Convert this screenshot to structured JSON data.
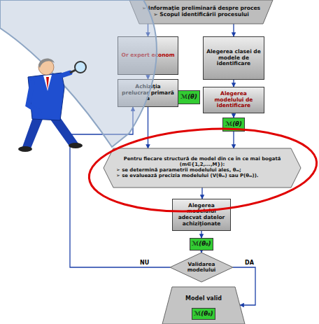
{
  "diagram": {
    "nodes": [
      {
        "text": [
          "➢ Informaţie preliminară despre proces",
          "➢ Scopul identificării procesului"
        ]
      },
      {
        "text": [
          "Or expert econom"
        ]
      },
      {
        "text": [
          "Alegerea clasei de modele de identificare"
        ]
      },
      {
        "text": [
          "Achiziţia prelucrar primară a"
        ]
      },
      {
        "text": [
          "ℳ(θ)"
        ]
      },
      {
        "text": [
          "Alegerea modelului de identificare"
        ]
      },
      {
        "text": [
          "ℳ(θ)"
        ]
      },
      {
        "text": [
          "Pentru fiecare structură de model din ce în ce mai bogată (m∈{1,2,...,M}):",
          "➢ se determină parametrii modelului ales, θₘ;",
          "➢ se evaluează precizia modelului (V(θₘ) sau P(θₘ))."
        ]
      },
      {
        "text": [
          "Alegerea modelului adecvat datelor achiziţionate"
        ]
      },
      {
        "text": [
          "ℳ(θ₀)"
        ]
      },
      {
        "text": [
          "Validarea modelului"
        ]
      },
      {
        "text": [
          "Model valid"
        ]
      },
      {
        "text": [
          "ℳ(θ₀)"
        ],
        "in": 11
      }
    ],
    "edges": [
      {
        "from": 0,
        "to": 1,
        "arrow": "to"
      },
      {
        "from": 0,
        "to": 2,
        "arrow": "to"
      },
      {
        "from": 1,
        "to": 3,
        "arrow": "to"
      },
      {
        "from": 2,
        "to": 5,
        "arrow": "to"
      },
      {
        "from": 5,
        "to": 6,
        "arrow": "to"
      },
      {
        "from": 3,
        "to": 7,
        "arrow": "to"
      },
      {
        "from": 6,
        "to": 7,
        "arrow": "to"
      },
      {
        "from": 7,
        "to": 8,
        "arrow": "to"
      },
      {
        "from": 8,
        "to": 9,
        "arrow": "to"
      },
      {
        "from": 9,
        "to": 10,
        "arrow": "to"
      },
      {
        "from": 10,
        "to": 11,
        "label": "DA",
        "arrow": "to"
      },
      {
        "from": 10,
        "to": 3,
        "label": "NU",
        "arrow": "to"
      }
    ]
  }
}
